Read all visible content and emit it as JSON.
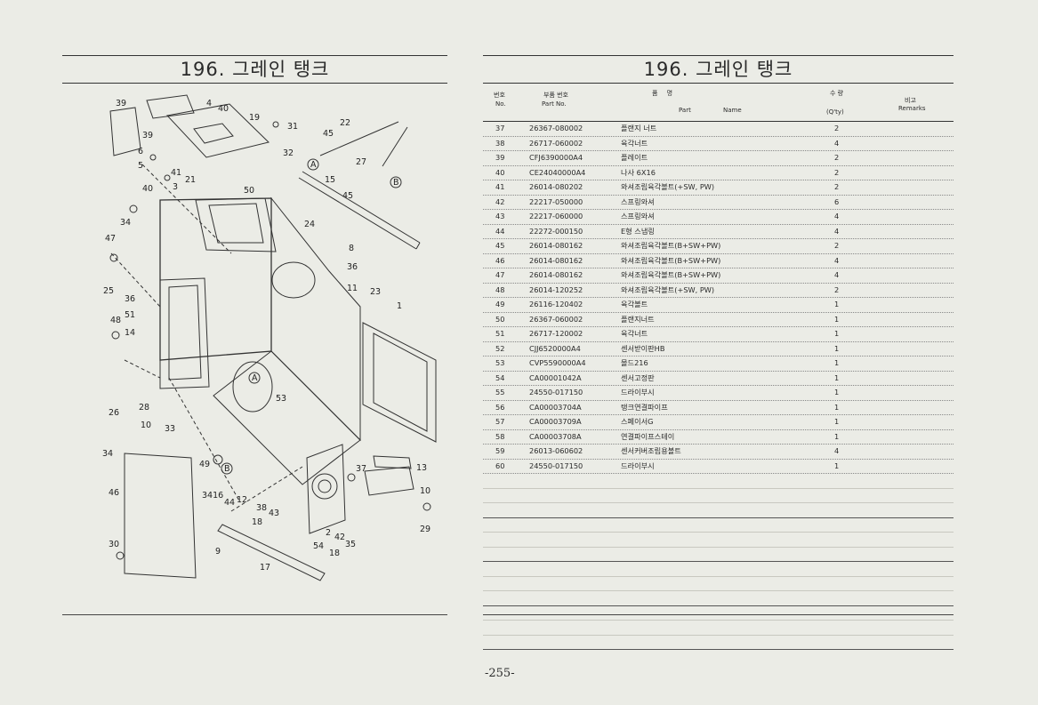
{
  "title": "196. 그레인 탱크",
  "page_number": "-255-",
  "table": {
    "headers": {
      "no_ko": "번호",
      "no_en": "No.",
      "part_ko": "부품 번호",
      "part_en": "Part No.",
      "name_ko": "품 명",
      "name_en_part": "Part",
      "name_en_name": "Name",
      "qty_ko": "수 량",
      "qty_en": "(Q'ty)",
      "remarks_ko": "비고",
      "remarks_en": "Remarks"
    },
    "rows": [
      {
        "no": "37",
        "part": "26367-080002",
        "name": "플랜지 너트",
        "qty": "2"
      },
      {
        "no": "38",
        "part": "26717-060002",
        "name": "육각너트",
        "qty": "4"
      },
      {
        "no": "39",
        "part": "CFJ6390000A4",
        "name": "플레이트",
        "qty": "2"
      },
      {
        "no": "40",
        "part": "CE24040000A4",
        "name": "나사 6X16",
        "qty": "2"
      },
      {
        "no": "41",
        "part": "26014-080202",
        "name": "와셔조립육각볼트(+SW, PW)",
        "qty": "2"
      },
      {
        "no": "42",
        "part": "22217-050000",
        "name": "스프링와셔",
        "qty": "6"
      },
      {
        "no": "43",
        "part": "22217-060000",
        "name": "스프링와셔",
        "qty": "4"
      },
      {
        "no": "44",
        "part": "22272-000150",
        "name": "E형 스냅링",
        "qty": "4"
      },
      {
        "no": "45",
        "part": "26014-080162",
        "name": "와셔조립육각볼트(B+SW+PW)",
        "qty": "2"
      },
      {
        "no": "46",
        "part": "26014-080162",
        "name": "와셔조립육각볼트(B+SW+PW)",
        "qty": "4"
      },
      {
        "no": "47",
        "part": "26014-080162",
        "name": "와셔조립육각볼트(B+SW+PW)",
        "qty": "4"
      },
      {
        "no": "48",
        "part": "26014-120252",
        "name": "와셔조립육각볼트(+SW, PW)",
        "qty": "2"
      },
      {
        "no": "49",
        "part": "26116-120402",
        "name": "육각볼트",
        "qty": "1"
      },
      {
        "no": "50",
        "part": "26367-060002",
        "name": "플랜지너트",
        "qty": "1"
      },
      {
        "no": "51",
        "part": "26717-120002",
        "name": "육각너트",
        "qty": "1"
      },
      {
        "no": "52",
        "part": "CJJ6520000A4",
        "name": "센서받이판HB",
        "qty": "1"
      },
      {
        "no": "53",
        "part": "CVP5590000A4",
        "name": "몰드216",
        "qty": "1"
      },
      {
        "no": "54",
        "part": "CA00001042A",
        "name": "센서고정판",
        "qty": "1"
      },
      {
        "no": "55",
        "part": "24550-017150",
        "name": "드라이부시",
        "qty": "1"
      },
      {
        "no": "56",
        "part": "CA00003704A",
        "name": "탱크연결파이프",
        "qty": "1"
      },
      {
        "no": "57",
        "part": "CA00003709A",
        "name": "스페이서G",
        "qty": "1"
      },
      {
        "no": "58",
        "part": "CA00003708A",
        "name": "연결파이프스테이",
        "qty": "1"
      },
      {
        "no": "59",
        "part": "26013-060602",
        "name": "센서커버조립용볼트",
        "qty": "4"
      },
      {
        "no": "60",
        "part": "24550-017150",
        "name": "드라이부시",
        "qty": "1"
      }
    ]
  },
  "diagram_labels": [
    "39",
    "4",
    "40",
    "19",
    "31",
    "22",
    "45",
    "39",
    "6",
    "41",
    "21",
    "32",
    "27",
    "5",
    "40",
    "3",
    "50",
    "A",
    "15",
    "B",
    "45",
    "34",
    "24",
    "47",
    "8",
    "36",
    "25",
    "36",
    "11",
    "23",
    "1",
    "48",
    "51",
    "14",
    "A",
    "53",
    "B",
    "26",
    "28",
    "10",
    "33",
    "34",
    "49",
    "37",
    "13",
    "46",
    "34",
    "16",
    "44",
    "12",
    "38",
    "43",
    "10",
    "18",
    "29",
    "30",
    "9",
    "2",
    "42",
    "54",
    "35",
    "18",
    "17"
  ]
}
